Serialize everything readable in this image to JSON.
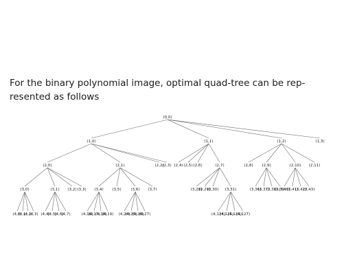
{
  "caption": {
    "line1": "For the binary polynomial image, optimal quad-tree can be rep-",
    "line2": "resented as follows"
  },
  "tree": {
    "root": {
      "label": "(0,0)",
      "children": [
        {
          "label": "(1,0)",
          "children": [
            {
              "label": "(2,0)",
              "children": [
                {
                  "label": "(3,0)",
                  "children": [
                    {
                      "label": "(4,0)"
                    },
                    {
                      "label": "(4,1)"
                    },
                    {
                      "label": "(4,2)"
                    },
                    {
                      "label": "(4,3)"
                    }
                  ]
                },
                {
                  "label": "(3,1)",
                  "children": [
                    {
                      "label": "(4,4)"
                    },
                    {
                      "label": "(4,5)"
                    },
                    {
                      "label": "(4,6)"
                    },
                    {
                      "label": "(4,7)"
                    }
                  ]
                },
                {
                  "label": "(3,2)"
                },
                {
                  "label": "(3,3)"
                }
              ]
            },
            {
              "label": "(2,1)",
              "children": [
                {
                  "label": "(3,4)",
                  "children": [
                    {
                      "label": "(4,16)"
                    },
                    {
                      "label": "(4,17)"
                    },
                    {
                      "label": "(4,18)"
                    },
                    {
                      "label": "(4,19)"
                    }
                  ]
                },
                {
                  "label": "(3,5)"
                },
                {
                  "label": "(3,6)",
                  "children": [
                    {
                      "label": "(4,24)"
                    },
                    {
                      "label": "(4,25)"
                    },
                    {
                      "label": "(4,26)"
                    },
                    {
                      "label": "(4,27)"
                    }
                  ]
                },
                {
                  "label": "(3,7)"
                }
              ]
            },
            {
              "label": "(2,2)"
            },
            {
              "label": "(2,3)"
            }
          ]
        },
        {
          "label": "(1,1)",
          "children": [
            {
              "label": "(2,4)"
            },
            {
              "label": "(2,5)"
            },
            {
              "label": "(2,6)"
            },
            {
              "label": "(2,7)",
              "children": [
                {
                  "label": "(3,28)"
                },
                {
                  "label": "(3,29)"
                },
                {
                  "label": "(3,30)"
                },
                {
                  "label": "(3,31)",
                  "children": [
                    {
                      "label": "(4,124)"
                    },
                    {
                      "label": "(4,125)"
                    },
                    {
                      "label": "(4,126)"
                    },
                    {
                      "label": "(4,127)"
                    }
                  ]
                }
              ]
            }
          ]
        },
        {
          "label": "(1,2)",
          "children": [
            {
              "label": "(2,8)"
            },
            {
              "label": "(2,9)",
              "children": [
                {
                  "label": "(3,36)"
                },
                {
                  "label": "(3,37)"
                },
                {
                  "label": "(3,38)"
                },
                {
                  "label": "(3,39)"
                }
              ]
            },
            {
              "label": "(2,10)",
              "children": [
                {
                  "label": "(3,40)"
                },
                {
                  "label": "(3,41)"
                },
                {
                  "label": "(3,42)"
                },
                {
                  "label": "(3,43)"
                }
              ]
            },
            {
              "label": "(2,11)"
            }
          ]
        },
        {
          "label": "(1,3)"
        }
      ]
    }
  }
}
